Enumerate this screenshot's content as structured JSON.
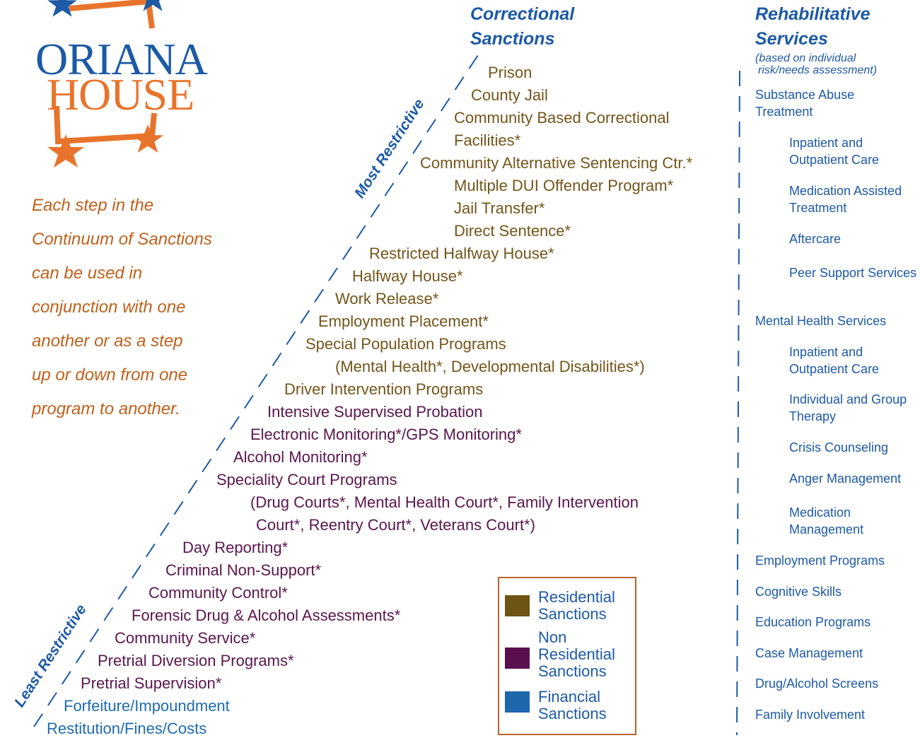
{
  "logo": {
    "line1": "ORIANA",
    "line2": "HOUSE"
  },
  "intro_lines": [
    "Each step in the",
    "Continuum of Sanctions",
    "can be used in",
    "conjunction with one",
    "another or as a step",
    "up or down from one",
    "program to another."
  ],
  "axis": {
    "most": "Most Restrictive",
    "least": "Least Restrictive"
  },
  "sanctions_header": {
    "line1": "Correctional",
    "line2": "Sanctions"
  },
  "sanctions": [
    {
      "text": "Prison",
      "category": "residential"
    },
    {
      "text": "County Jail",
      "category": "residential"
    },
    {
      "text": "Community Based Correctional",
      "category": "residential"
    },
    {
      "text": "Facilities*",
      "category": "residential"
    },
    {
      "text": "Community Alternative Sentencing Ctr.*",
      "category": "residential"
    },
    {
      "text": "Multiple DUI Offender Program*",
      "category": "residential"
    },
    {
      "text": "Jail Transfer*",
      "category": "residential"
    },
    {
      "text": "Direct Sentence*",
      "category": "residential"
    },
    {
      "text": "Restricted Halfway House*",
      "category": "residential"
    },
    {
      "text": "Halfway House*",
      "category": "residential"
    },
    {
      "text": "Work Release*",
      "category": "residential"
    },
    {
      "text": "Employment Placement*",
      "category": "residential"
    },
    {
      "text": "Special Population Programs",
      "category": "residential"
    },
    {
      "text": "(Mental Health*, Developmental Disabilities*)",
      "category": "residential"
    },
    {
      "text": "Driver Intervention Programs",
      "category": "residential"
    },
    {
      "text": "Intensive Supervised Probation",
      "category": "nonres"
    },
    {
      "text": "Electronic Monitoring*/GPS Monitoring*",
      "category": "nonres"
    },
    {
      "text": "Alcohol Monitoring*",
      "category": "nonres"
    },
    {
      "text": "Speciality Court Programs",
      "category": "nonres"
    },
    {
      "text": "(Drug Courts*, Mental Health Court*, Family Intervention",
      "category": "nonres"
    },
    {
      "text": "Court*, Reentry Court*, Veterans Court*)",
      "category": "nonres"
    },
    {
      "text": "Day Reporting*",
      "category": "nonres"
    },
    {
      "text": "Criminal Non-Support*",
      "category": "nonres"
    },
    {
      "text": "Community Control*",
      "category": "nonres"
    },
    {
      "text": "Forensic Drug & Alcohol Assessments*",
      "category": "nonres"
    },
    {
      "text": "Community Service*",
      "category": "nonres"
    },
    {
      "text": "Pretrial Diversion Programs*",
      "category": "nonres"
    },
    {
      "text": "Pretrial Supervision*",
      "category": "nonres"
    },
    {
      "text": "Forfeiture/Impoundment",
      "category": "financial"
    },
    {
      "text": "Restitution/Fines/Costs",
      "category": "financial"
    }
  ],
  "services_header": {
    "line1": "Rehabilitative",
    "line2": "Services",
    "note1": "(based on individual",
    "note2": "risk/needs assessment)"
  },
  "services": [
    "Substance Abuse Treatment",
    "Inpatient and Outpatient Care",
    "Medication Assisted Treatment",
    "Aftercare",
    "Peer Support Services",
    "Mental Health Services",
    "Inpatient and Outpatient Care",
    "Individual and Group Therapy",
    "Crisis Counseling",
    "Anger Management",
    "Medication Management",
    "Employment Programs",
    "Cognitive Skills",
    "Education Programs",
    "Case Management",
    "Drug/Alcohol Screens",
    "Family Involvement"
  ],
  "legend": [
    {
      "label": "Residential Sanctions",
      "color": "#6e5412"
    },
    {
      "label": "Non Residential Sanctions",
      "color": "#5a0f4e"
    },
    {
      "label": "Financial Sanctions",
      "color": "#1f67ad"
    }
  ],
  "colors": {
    "residential": "#74551a",
    "nonres": "#5a164e",
    "financial": "#1d6bb0",
    "accent_blue": "#1d5aa6",
    "accent_orange": "#e8742c"
  }
}
